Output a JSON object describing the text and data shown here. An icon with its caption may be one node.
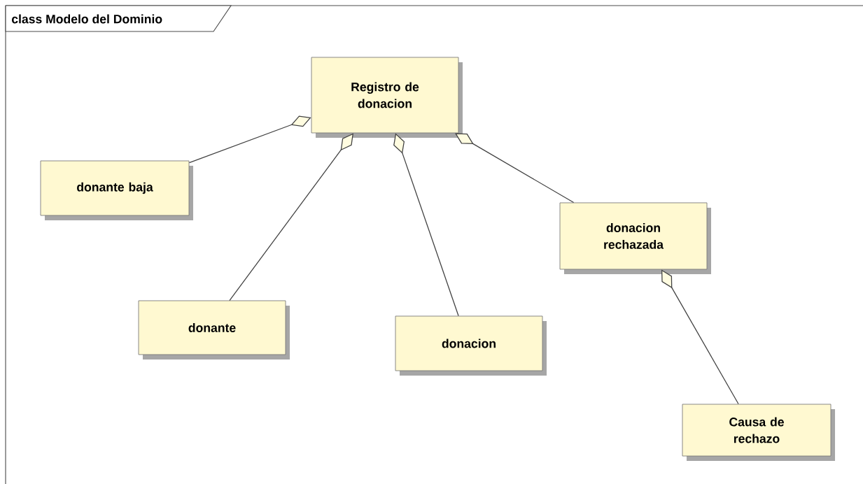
{
  "diagram": {
    "title": "class Modelo del Dominio",
    "nodes": [
      {
        "text": [
          "Registro de donacion"
        ]
      },
      {
        "text": [
          "donante baja"
        ]
      },
      {
        "text": [
          "donante"
        ]
      },
      {
        "text": [
          "donacion"
        ]
      },
      {
        "text": [
          "donacion rechazada"
        ]
      },
      {
        "text": [
          "Causa de rechazo"
        ]
      }
    ],
    "edges": [
      {
        "from": 0,
        "to": 1,
        "arrow": "other"
      },
      {
        "from": 0,
        "to": 2,
        "arrow": "other"
      },
      {
        "from": 0,
        "to": 3,
        "arrow": "other"
      },
      {
        "from": 0,
        "to": 4,
        "arrow": "other"
      },
      {
        "from": 4,
        "to": 5,
        "arrow": "other"
      }
    ]
  }
}
